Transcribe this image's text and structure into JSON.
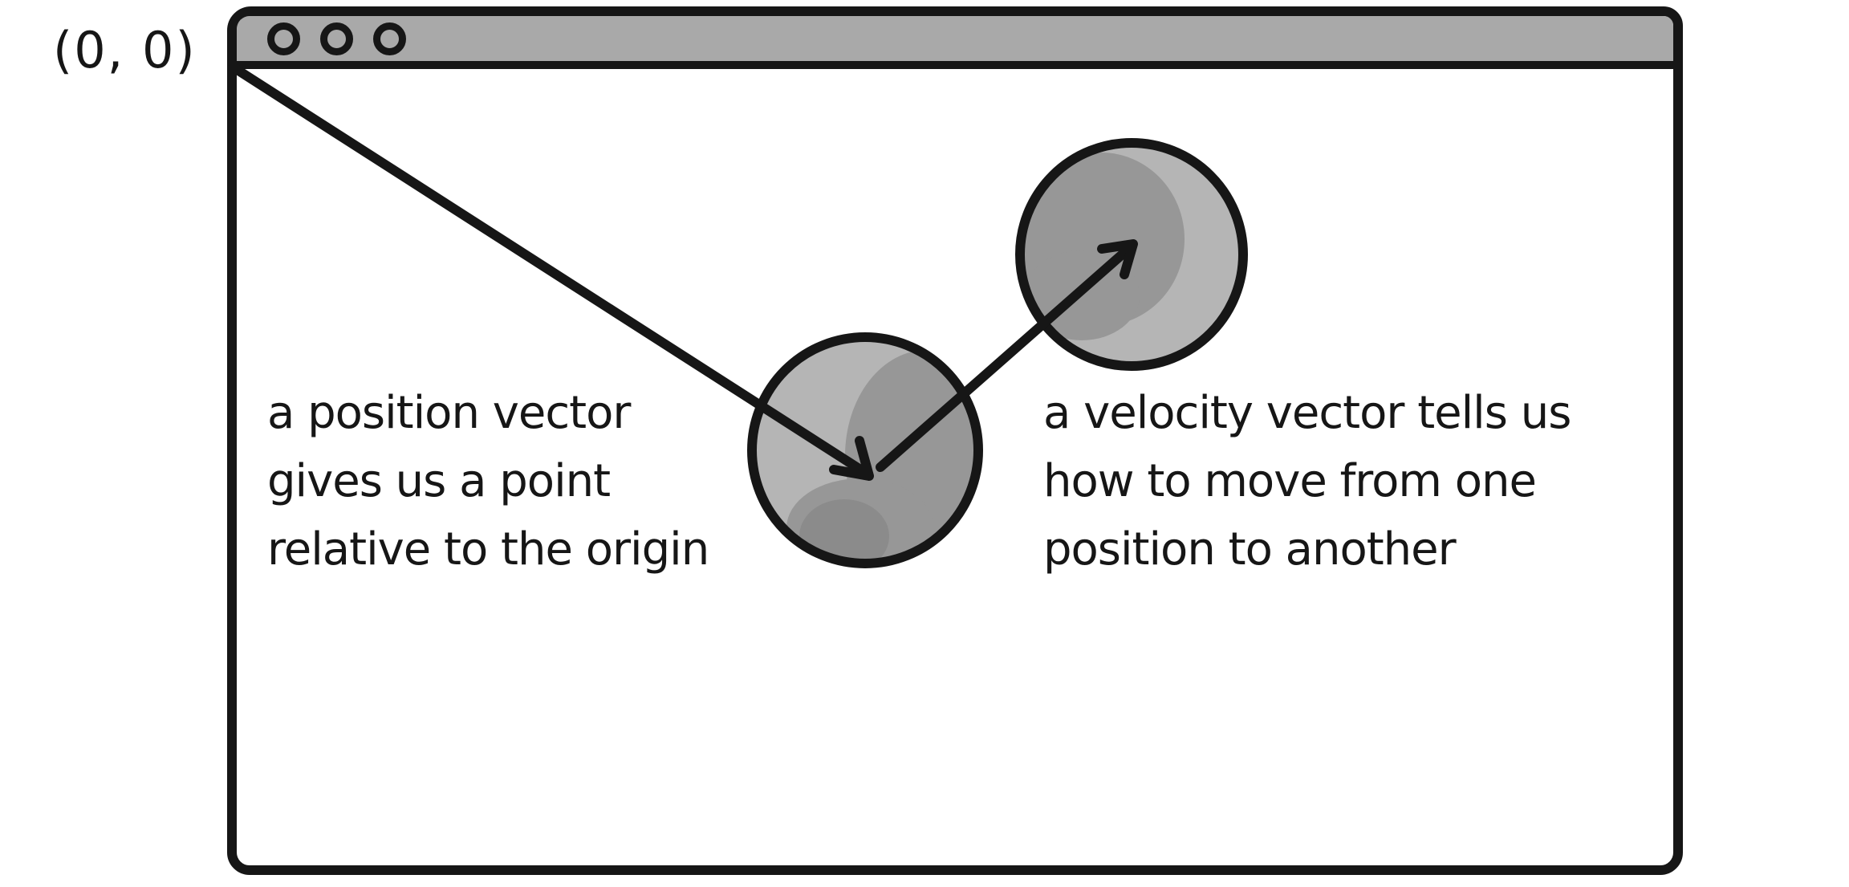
{
  "illustration": {
    "origin_label": "(0, 0)",
    "window": {
      "titlebar_button_icons": [
        "circle-outline-icon",
        "circle-outline-icon",
        "circle-outline-icon"
      ]
    },
    "captions": {
      "position_vector": {
        "lines": [
          "a position vector",
          "gives us a point",
          "relative to the origin"
        ]
      },
      "velocity_vector": {
        "lines": [
          "a velocity vector tells us",
          "how to move from one",
          "position to another"
        ]
      }
    }
  },
  "colors": {
    "ink": "#161616",
    "titlebar_gray": "#a9a9a9",
    "ball_light": "#b5b5b5",
    "ball_mid": "#979797",
    "ball_dark": "#8b8b8b",
    "bg": "#ffffff"
  }
}
